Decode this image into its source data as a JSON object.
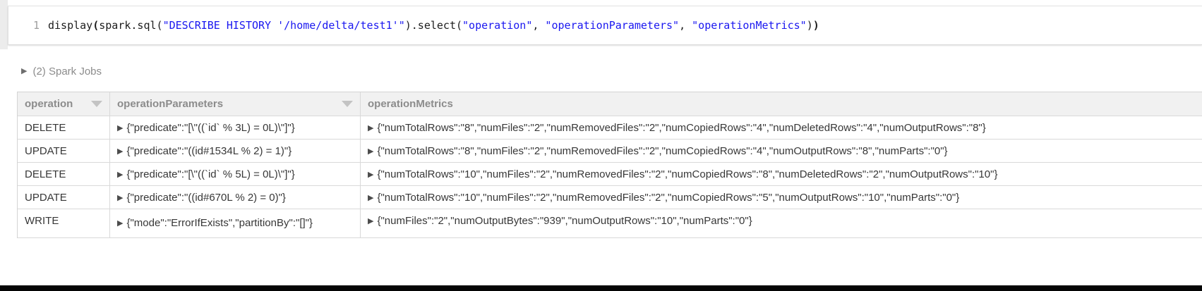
{
  "colors": {
    "string_token": "#1a17f0",
    "header_bg": "#f1f1f1",
    "header_text": "#8c8c8c",
    "border": "#d9d9d9",
    "muted_text": "#8c8c8c"
  },
  "code_cell": {
    "line_number": "1",
    "tokens": [
      {
        "text": "display"
      },
      {
        "text": "("
      },
      {
        "text": "spark.sql("
      },
      {
        "text": "\"DESCRIBE HISTORY '/home/delta/test1'\""
      },
      {
        "text": ").select("
      },
      {
        "text": "\"operation\""
      },
      {
        "text": ", "
      },
      {
        "text": "\"operationParameters\""
      },
      {
        "text": ", "
      },
      {
        "text": "\"operationMetrics\""
      },
      {
        "text": ")"
      },
      {
        "text": ")"
      }
    ]
  },
  "spark_jobs": {
    "caret": "▶",
    "label": "(2) Spark Jobs"
  },
  "table": {
    "expand_caret": "▶",
    "columns": [
      {
        "label": "operation",
        "sortable": true
      },
      {
        "label": "operationParameters",
        "sortable": true
      },
      {
        "label": "operationMetrics",
        "sortable": false
      }
    ],
    "rows": [
      {
        "operation": "DELETE",
        "params": "{\"predicate\":\"[\\\"((`id` % 3L) = 0L)\\\"]\"}",
        "metrics": "{\"numTotalRows\":\"8\",\"numFiles\":\"2\",\"numRemovedFiles\":\"2\",\"numCopiedRows\":\"4\",\"numDeletedRows\":\"4\",\"numOutputRows\":\"8\"}"
      },
      {
        "operation": "UPDATE",
        "params": "{\"predicate\":\"((id#1534L % 2) = 1)\"}",
        "metrics": "{\"numTotalRows\":\"8\",\"numFiles\":\"2\",\"numRemovedFiles\":\"2\",\"numCopiedRows\":\"4\",\"numOutputRows\":\"8\",\"numParts\":\"0\"}"
      },
      {
        "operation": "DELETE",
        "params": "{\"predicate\":\"[\\\"((`id` % 5L) = 0L)\\\"]\"}",
        "metrics": "{\"numTotalRows\":\"10\",\"numFiles\":\"2\",\"numRemovedFiles\":\"2\",\"numCopiedRows\":\"8\",\"numDeletedRows\":\"2\",\"numOutputRows\":\"10\"}"
      },
      {
        "operation": "UPDATE",
        "params": "{\"predicate\":\"((id#670L % 2) = 0)\"}",
        "metrics": "{\"numTotalRows\":\"10\",\"numFiles\":\"2\",\"numRemovedFiles\":\"2\",\"numCopiedRows\":\"5\",\"numOutputRows\":\"10\",\"numParts\":\"0\"}"
      },
      {
        "operation": "WRITE",
        "params": "{\"mode\":\"ErrorIfExists\",\"partitionBy\":\"[]\"}",
        "metrics": "{\"numFiles\":\"2\",\"numOutputBytes\":\"939\",\"numOutputRows\":\"10\",\"numParts\":\"0\"}"
      }
    ]
  }
}
